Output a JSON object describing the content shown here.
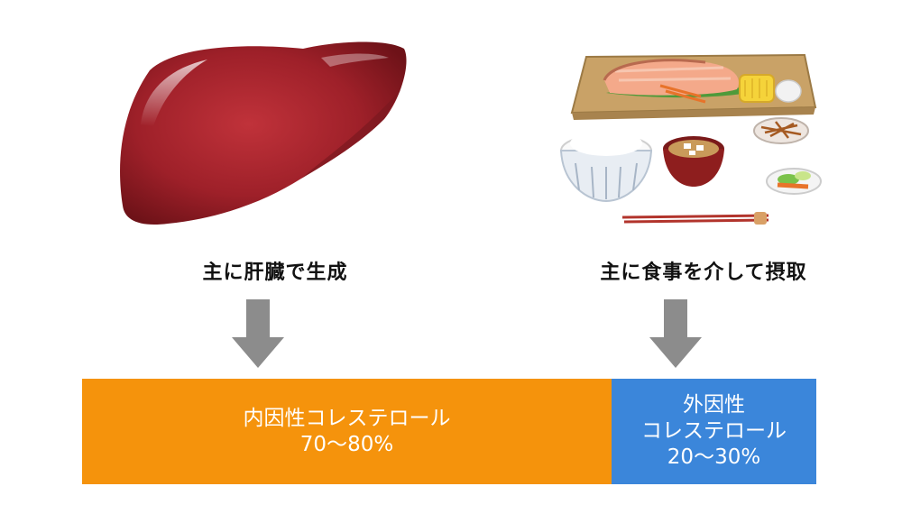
{
  "colors": {
    "internal_bar": "#F5930C",
    "external_bar": "#3B86DA",
    "arrow": "#8C8C8C",
    "liver": "#A8242D"
  },
  "left": {
    "illustration": "liver-icon",
    "caption": "主に肝臓で生成"
  },
  "right": {
    "illustration": "japanese-meal-icon",
    "caption": "主に食事を介して摂取"
  },
  "bar": {
    "internal": {
      "label": "内因性コレステロール",
      "percent": "70～80%",
      "share_percent": [
        70,
        80
      ]
    },
    "external": {
      "label_line1": "外因性",
      "label_line2": "コレステロール",
      "percent": "20～30%",
      "share_percent": [
        20,
        30
      ]
    }
  }
}
